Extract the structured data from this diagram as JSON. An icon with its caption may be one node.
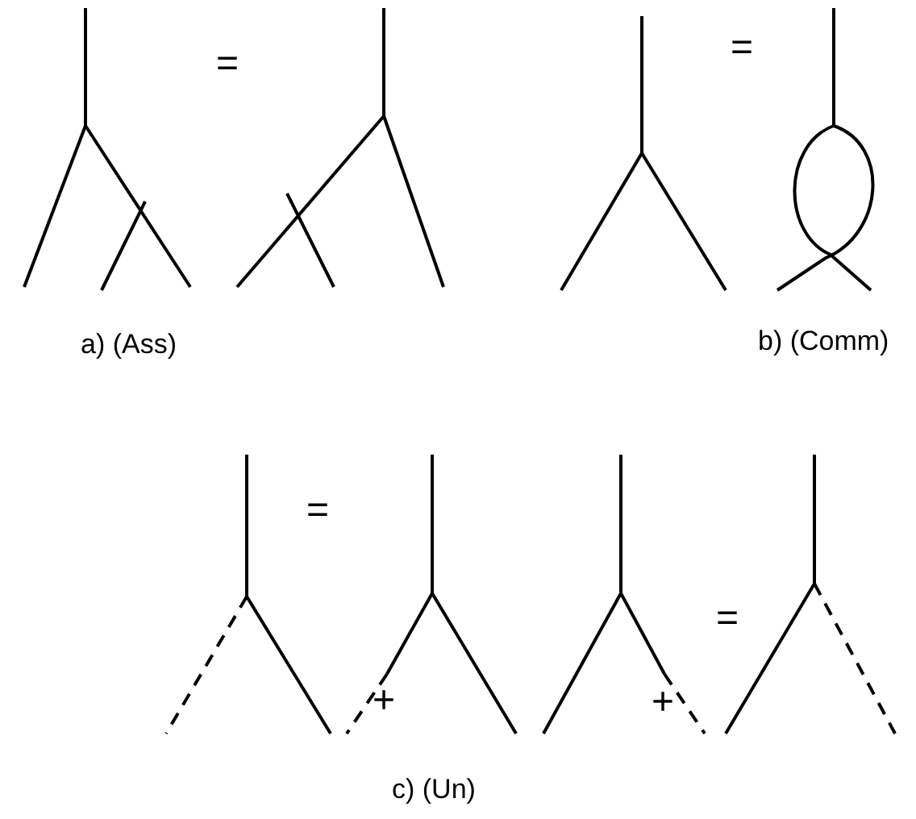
{
  "diagram": {
    "labels": [
      "=",
      "=",
      "a) (Ass)",
      "b) (Comm)",
      "=",
      "=",
      "+",
      "+",
      "c) (Un)"
    ]
  }
}
